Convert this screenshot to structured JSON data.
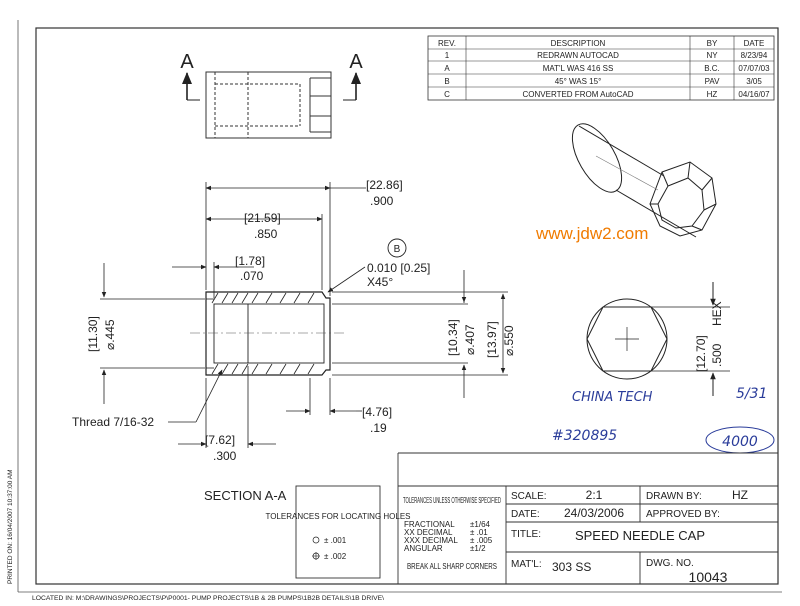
{
  "revisions": {
    "headers": [
      "REV.",
      "DESCRIPTION",
      "BY",
      "DATE"
    ],
    "rows": [
      {
        "rev": "1",
        "desc": "REDRAWN AUTOCAD",
        "by": "NY",
        "date": "8/23/94"
      },
      {
        "rev": "A",
        "desc": "MAT'L WAS 416 SS",
        "by": "B.C.",
        "date": "07/07/03"
      },
      {
        "rev": "B",
        "desc": "45° WAS 15°",
        "by": "PAV",
        "date": "3/05"
      },
      {
        "rev": "C",
        "desc": "CONVERTED FROM AutoCAD",
        "by": "HZ",
        "date": "04/16/07"
      }
    ]
  },
  "view": {
    "section_marker": "A",
    "section_label": "SECTION A-A",
    "callout_b": "B"
  },
  "dims": {
    "overall_len_in": "[22.86]",
    "overall_len_mm": ".900",
    "inner_len_in": "[21.59]",
    "inner_len_mm": ".850",
    "step_in": "[1.78]",
    "step_mm": ".070",
    "chamfer_1": "0.010 [0.25]",
    "chamfer_2": "X45°",
    "bore_in": "[11.30]",
    "bore_mm": "⌀.445",
    "id_in": "[10.34]",
    "id_mm": "⌀.407",
    "od_in": "[13.97]",
    "od_mm": "⌀.550",
    "thread": "Thread 7/16-32",
    "thread_len_in": "[7.62]",
    "thread_len_mm": ".300",
    "relief_in": "[4.76]",
    "relief_mm": ".19",
    "hex_in": "[12.70]",
    "hex_mm": ".500",
    "hex_label": "HEX"
  },
  "watermark": "www.jdw2.com",
  "handwriting": {
    "company": "CHINA TECH",
    "po": "#320895",
    "fraction": "5/31",
    "quantity": "4000"
  },
  "locating": {
    "title": "TOLERANCES FOR LOCATING HOLES",
    "row1": "± .001",
    "row2": "± .002"
  },
  "tolerances": {
    "title": "TOLERANCES UNLESS OTHERWISE SPECIFIED",
    "rows": [
      {
        "label": "FRACTIONAL",
        "val": "±1/64"
      },
      {
        "label": "XX DECIMAL",
        "val": "± .01"
      },
      {
        "label": "XXX DECIMAL",
        "val": "± .005"
      },
      {
        "label": "ANGULAR",
        "val": "±1/2"
      }
    ],
    "note": "BREAK ALL SHARP CORNERS"
  },
  "title_block": {
    "scale_label": "SCALE:",
    "scale": "2:1",
    "drawn_label": "DRAWN BY:",
    "drawn": "HZ",
    "date_label": "DATE:",
    "date": "24/03/2006",
    "approved_label": "APPROVED BY:",
    "title_label": "TITLE:",
    "title": "SPEED NEEDLE CAP",
    "matl_label": "MAT'L:",
    "matl": "303 SS",
    "dwg_label": "DWG. NO.",
    "dwg": "10043"
  },
  "margin": {
    "printed": "PRINTED ON: 16/04/2007 10:37:00 AM",
    "located": "LOCATED IN: M:\\DRAWINGS\\PROJECTS\\P\\P0001- PUMP PROJECTS\\1B & 2B PUMPS\\1B2B DETAILS\\1B DRIVE\\"
  }
}
